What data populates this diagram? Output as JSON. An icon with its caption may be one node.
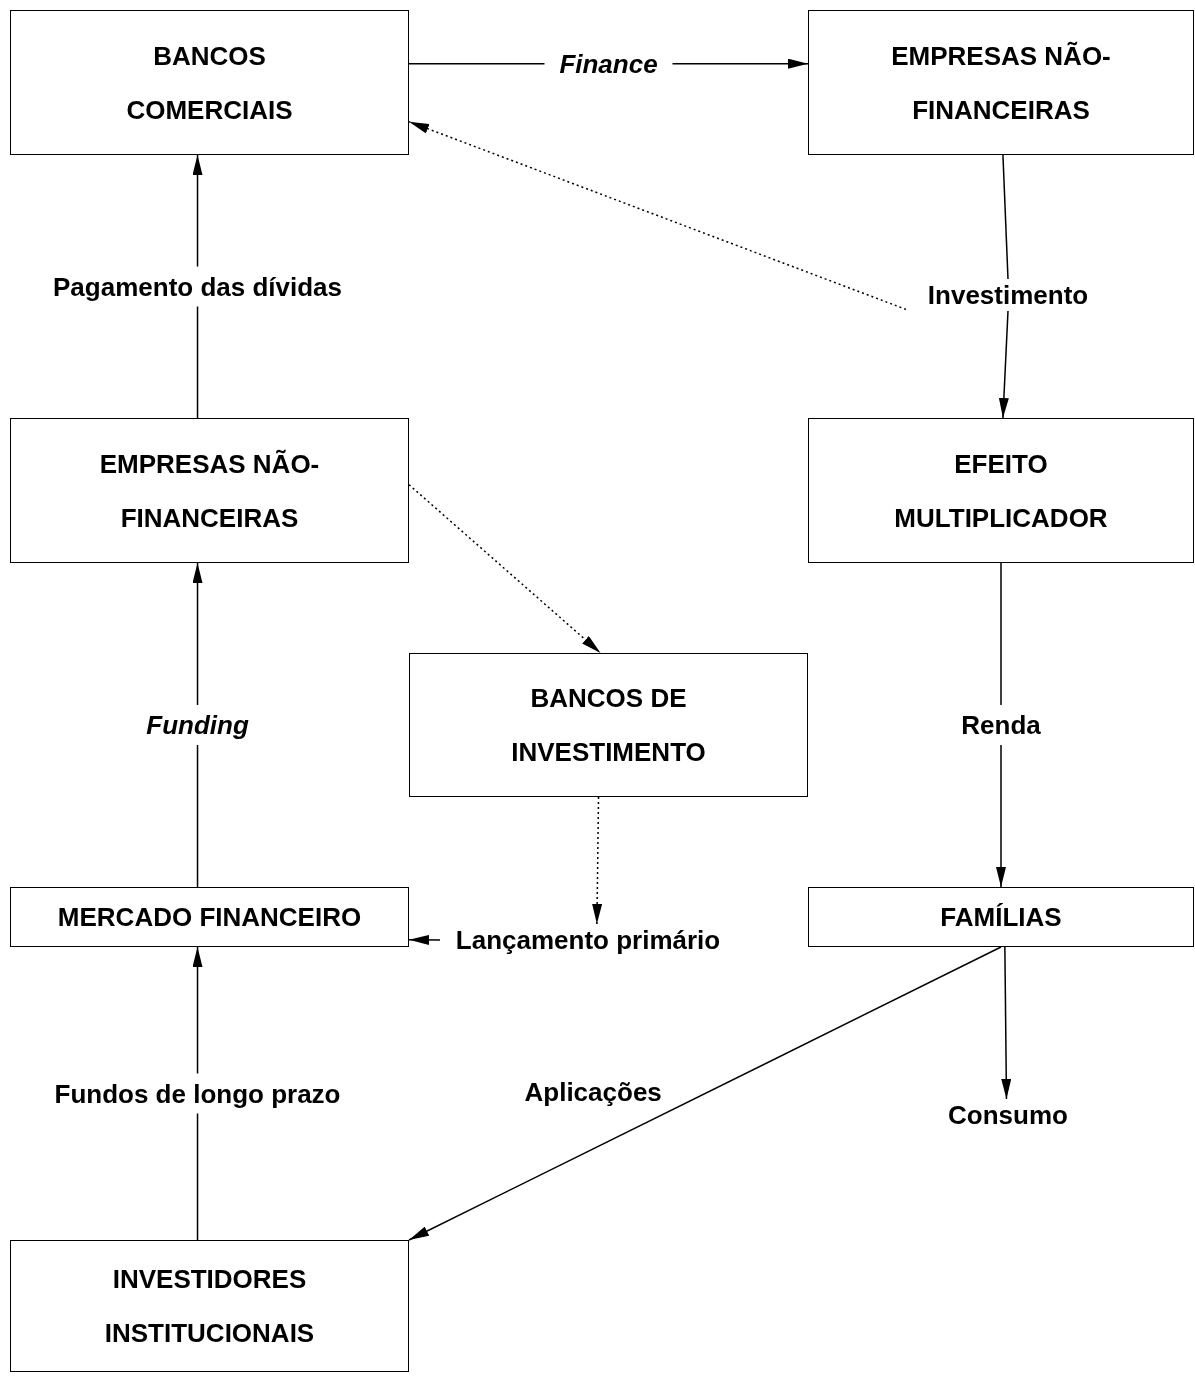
{
  "diagram": {
    "nodes": [
      {
        "text": [
          "BANCOS COMERCIAIS"
        ]
      },
      {
        "text": [
          "EMPRESAS NÃO-FINANCEIRAS"
        ]
      },
      {
        "text": [
          "EMPRESAS NÃO-FINANCEIRAS"
        ]
      },
      {
        "text": [
          "EFEITO MULTIPLICADOR"
        ]
      },
      {
        "text": [
          "BANCOS DE INVESTIMENTO"
        ]
      },
      {
        "text": [
          "MERCADO FINANCEIRO"
        ]
      },
      {
        "text": [
          "FAMÍLIAS"
        ]
      },
      {
        "text": [
          "INVESTIDORES INSTITUCIONAIS"
        ]
      },
      {
        "text": [
          "Investimento"
        ]
      },
      {
        "text": [
          "Lançamento primário"
        ]
      },
      {
        "text": [
          "Consumo"
        ]
      }
    ],
    "edges": [
      {
        "from": 0,
        "to": 1,
        "arrow": "to",
        "label": "*Finance*"
      },
      {
        "from": 2,
        "to": 0,
        "arrow": "to",
        "label": "Pagamento das dívidas"
      },
      {
        "from": 1,
        "to": 8,
        "arrow": "none"
      },
      {
        "from": 8,
        "to": 3,
        "arrow": "to"
      },
      {
        "from": 8,
        "to": 0,
        "arrow": "to",
        "style": "dashed"
      },
      {
        "from": 2,
        "to": 4,
        "arrow": "to",
        "style": "dashed"
      },
      {
        "from": 3,
        "to": 6,
        "arrow": "to",
        "label": "Renda"
      },
      {
        "from": 5,
        "to": 2,
        "arrow": "to",
        "label": "*Funding*"
      },
      {
        "from": 4,
        "to": 9,
        "arrow": "to",
        "style": "dashed"
      },
      {
        "from": 9,
        "to": 5,
        "arrow": "to"
      },
      {
        "from": 6,
        "to": 7,
        "arrow": "to",
        "label": "Aplicações"
      },
      {
        "from": 6,
        "to": 10,
        "arrow": "to"
      },
      {
        "from": 7,
        "to": 5,
        "arrow": "to",
        "label": "Fundos de longo prazo"
      }
    ]
  }
}
